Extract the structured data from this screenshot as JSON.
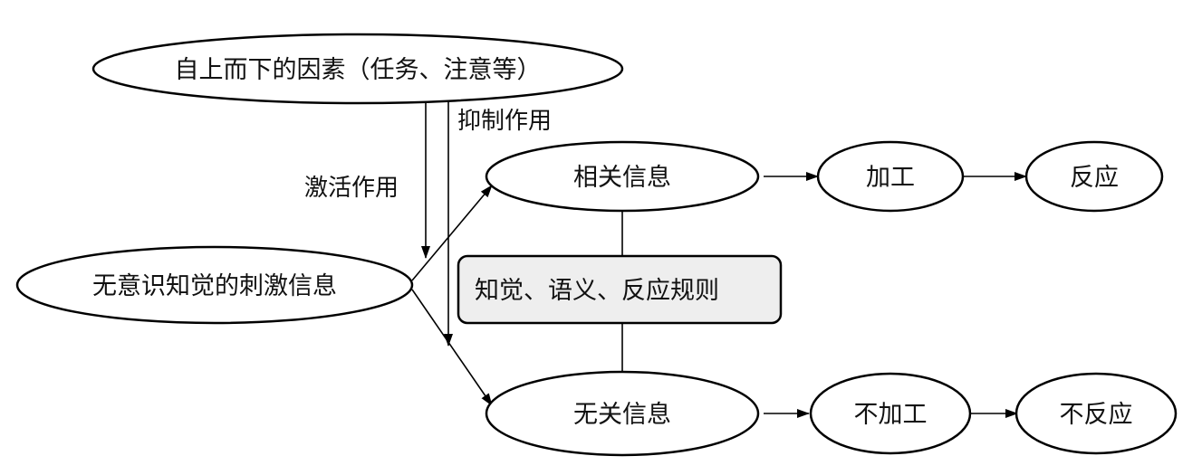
{
  "diagram": {
    "nodes": {
      "top_down": "自上而下的因素（任务、注意等）",
      "stimulus": "无意识知觉的刺激信息",
      "relevant": "相关信息",
      "irrelevant": "无关信息",
      "process": "加工",
      "respond": "反应",
      "no_process": "不加工",
      "no_respond": "不反应",
      "rules": "知觉、语义、反应规则"
    },
    "labels": {
      "activation": "激活作用",
      "inhibition": "抑制作用"
    },
    "colors": {
      "stroke": "#000000",
      "rules_fill": "#eeeeee",
      "background": "#ffffff"
    }
  }
}
